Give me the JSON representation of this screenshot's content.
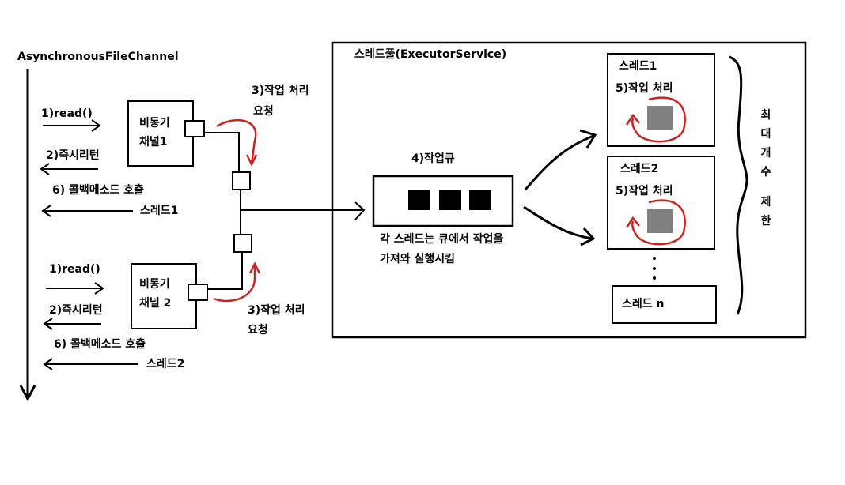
{
  "title": "AsynchronousFileChannel",
  "channels": [
    {
      "label_line1": "비동기",
      "label_line2": "채널1",
      "read": "1)read()",
      "return": "2)즉시리턴",
      "callback": "6) 콜백메소드 호출",
      "thread": "스레드1",
      "request_line1": "3)작업 처리",
      "request_line2": "요청"
    },
    {
      "label_line1": "비동기",
      "label_line2": "채널 2",
      "read": "1)read()",
      "return": "2)즉시리턴",
      "callback": "6) 콜백메소드 호출",
      "thread": "스레드2",
      "request_line1": "3)작업 처리",
      "request_line2": "요청"
    }
  ],
  "threadpool": {
    "title": "스레드풀(ExecutorService)",
    "queue_label": "4)작업큐",
    "queue_caption_line1": "각 스레드는 큐에서 작업을",
    "queue_caption_line2": "가져와 실행시킴",
    "threads": [
      {
        "name": "스레드1",
        "task": "5)작업 처리"
      },
      {
        "name": "스레드2",
        "task": "5)작업 처리"
      }
    ],
    "last_thread": "스레드 n",
    "limit_chars": [
      "최",
      "대",
      "개",
      "수",
      "제",
      "한"
    ]
  },
  "colors": {
    "line": "#000000",
    "red": "#cc2222",
    "task": "#808080",
    "queue_item": "#000000"
  }
}
